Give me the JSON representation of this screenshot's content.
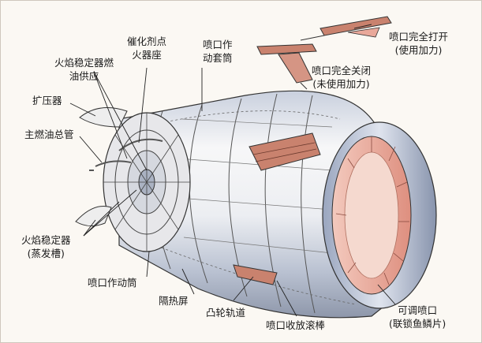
{
  "labels": {
    "flame_holder_fuel_supply": [
      "火焰稳定器燃",
      "油供应"
    ],
    "catalyst_igniter_seat": [
      "催化剂点",
      "火器座"
    ],
    "nozzle_actuator_sleeve": [
      "喷口作",
      "动套筒"
    ],
    "diffuser": "扩压器",
    "main_fuel_manifold": "主燃油总管",
    "nozzle_fully_open": [
      "喷口完全打开",
      "(使用加力)"
    ],
    "nozzle_fully_closed": [
      "喷口完全关闭",
      "(未使用加力)"
    ],
    "flame_holder_vaporizer": [
      "火焰稳定器",
      "(蒸发槽)"
    ],
    "nozzle_actuator_cylinder": "喷口作动筒",
    "heat_shield": "隔热屏",
    "cam_track": "凸轮轨道",
    "nozzle_retract_roller": "喷口收放滚棒",
    "variable_nozzle": [
      "可调喷口",
      "(联锁鱼鳞片)"
    ]
  },
  "colors": {
    "background": "#fbf8f3",
    "casing_light": "#f2f2f4",
    "casing_shade": "#8f97a8",
    "casing_blue": "#aeb8cc",
    "nozzle_inner": "#e9a89a",
    "bracket": "#c9826e",
    "line": "#222222"
  }
}
